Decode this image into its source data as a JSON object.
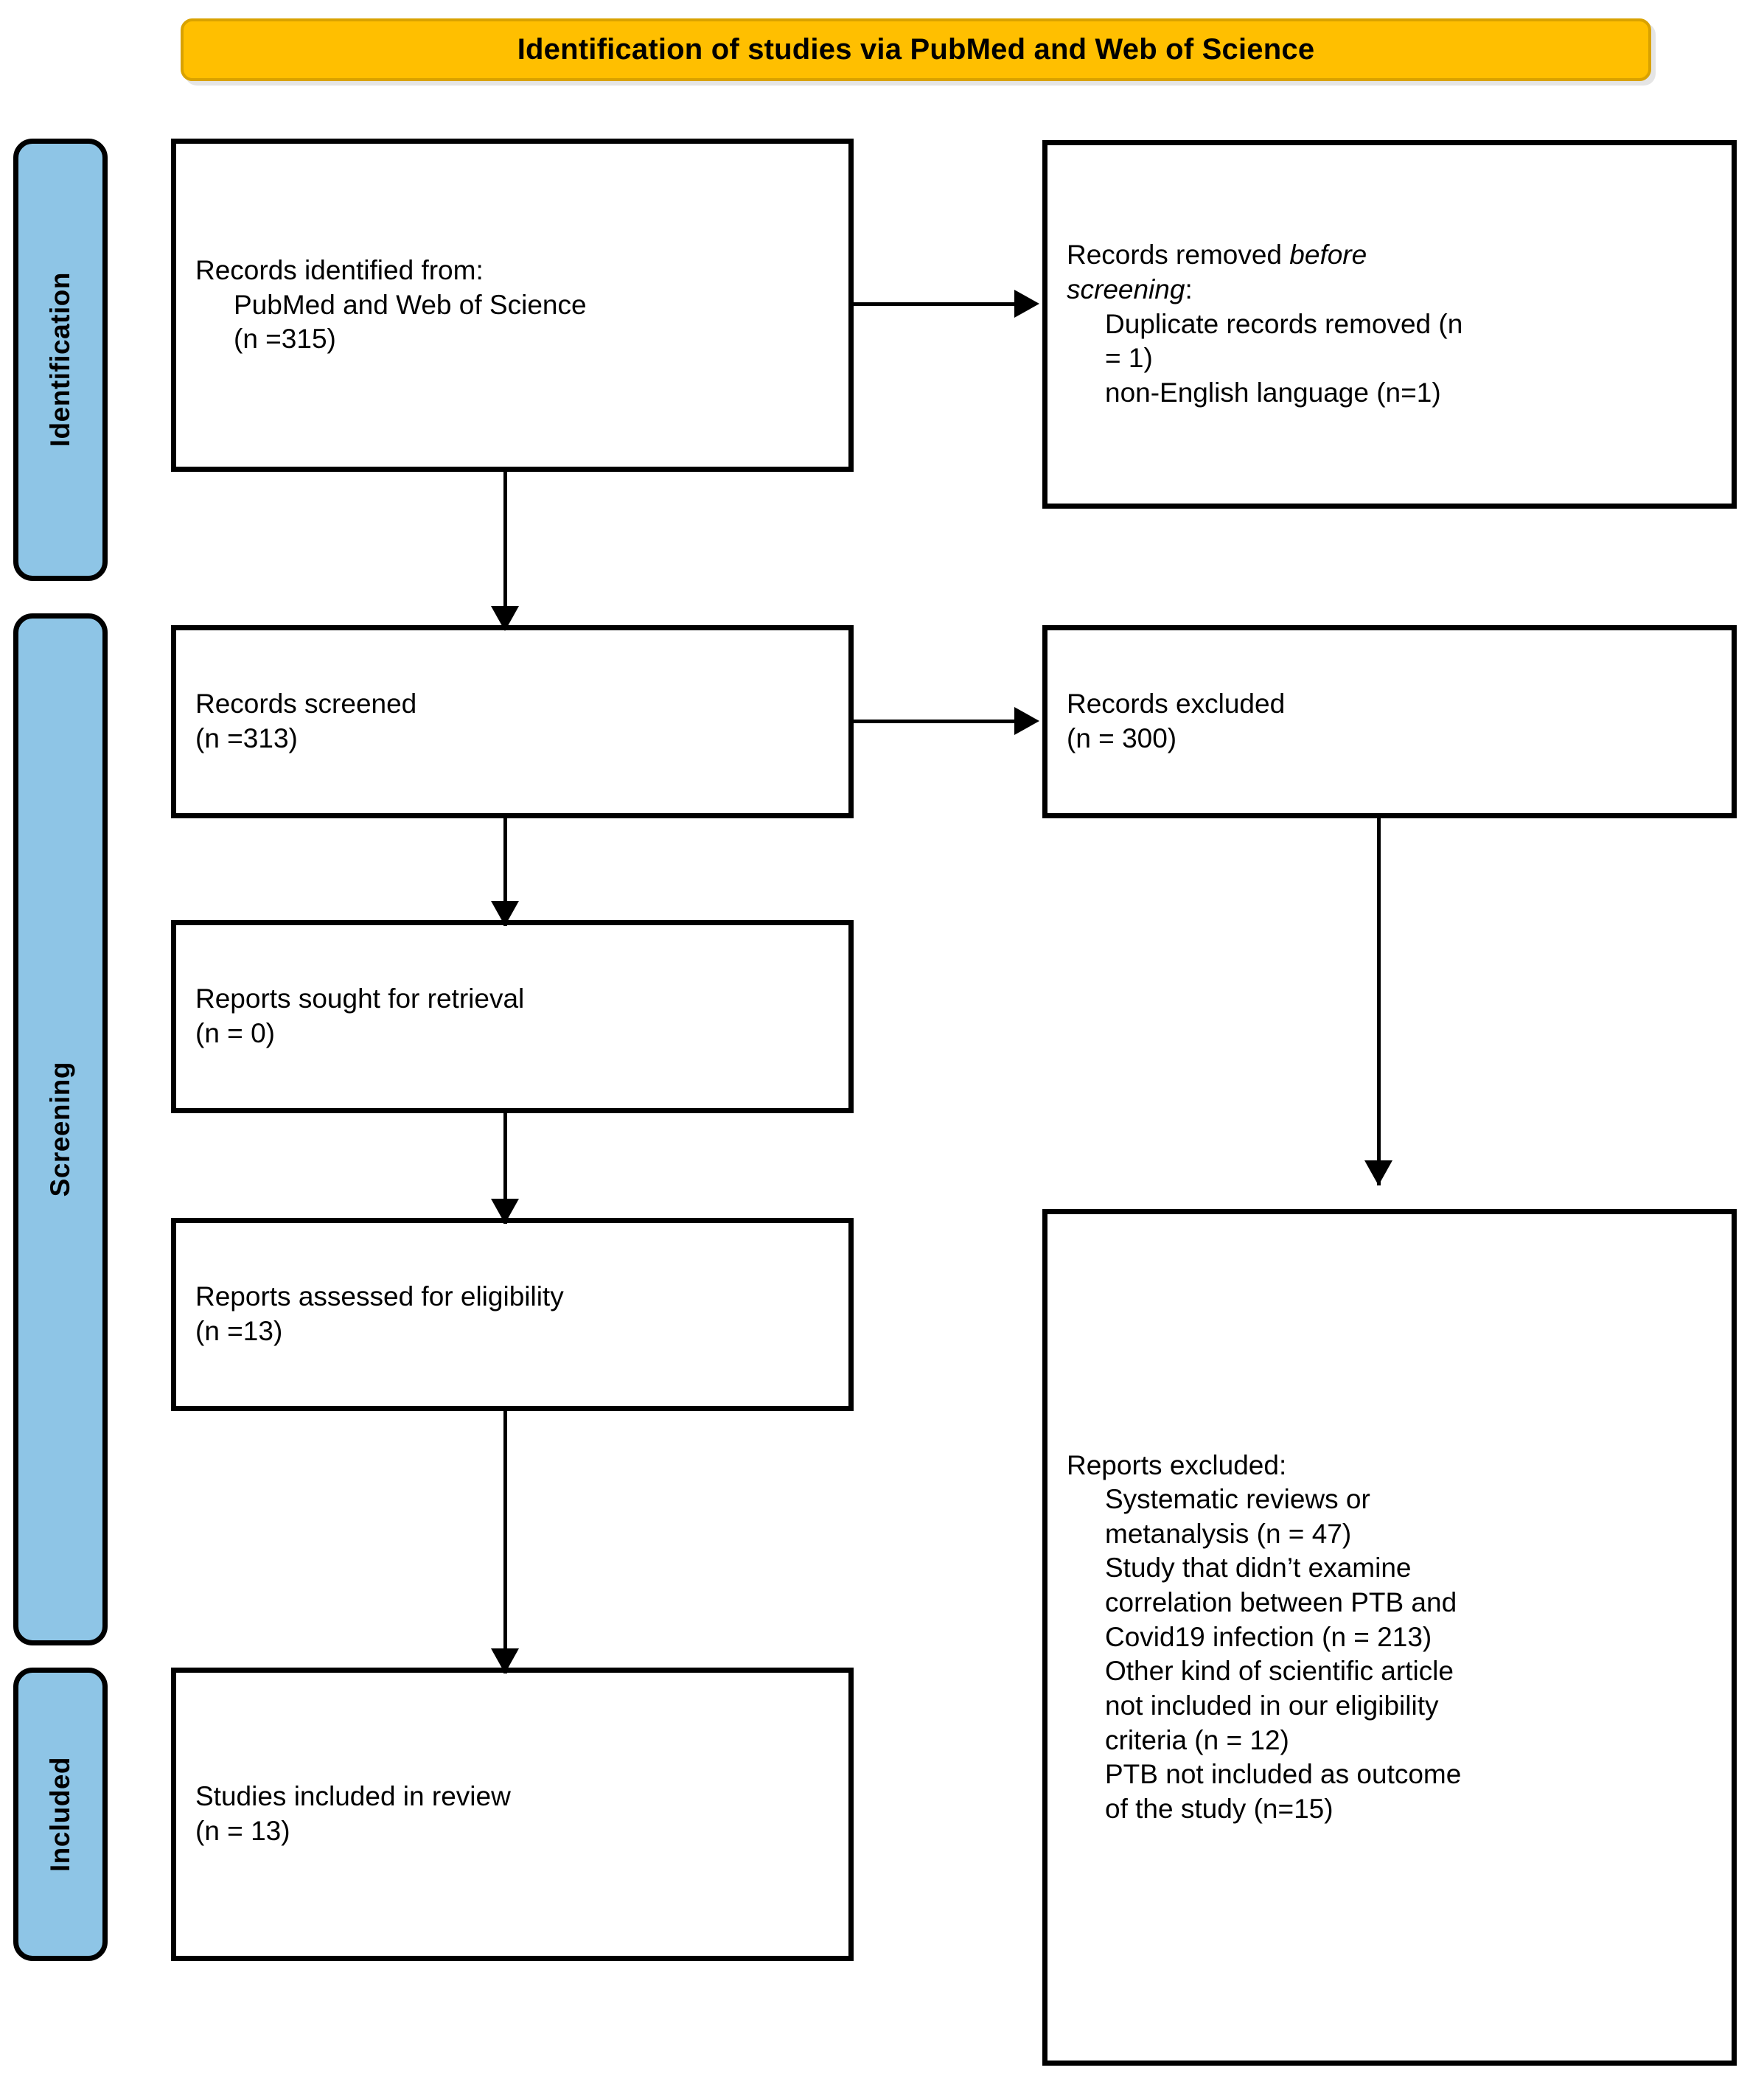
{
  "header": {
    "title": "Identification of studies via PubMed and Web of Science",
    "background_color": "#FFBF00"
  },
  "stage_labels": {
    "accent_color": "#8EC5E6",
    "identification": "Identification",
    "screening": "Screening",
    "included": "Included"
  },
  "boxes": {
    "identified": {
      "line1": "Records identified from:",
      "line2": "PubMed and Web of Science",
      "line3": "(n =315)"
    },
    "removed_before_screening": {
      "line1_prefix": "Records removed ",
      "line1_italic": "before",
      "line2_italic": "screening",
      "line2_suffix": ":",
      "line3": "Duplicate records removed (n",
      "line4": "= 1)",
      "line5": "non-English language (n=1)"
    },
    "screened": {
      "line1": "Records screened",
      "line2": "(n =313)"
    },
    "records_excluded": {
      "line1": "Records excluded",
      "line2": "(n = 300)"
    },
    "sought": {
      "line1": "Reports sought for retrieval",
      "line2": "(n = 0)"
    },
    "assessed": {
      "line1": "Reports assessed for eligibility",
      "line2": "(n =13)"
    },
    "reports_excluded": {
      "line1": "Reports excluded:",
      "line2": "Systematic reviews or",
      "line3": "metanalysis (n = 47)",
      "line4": "Study that didn’t examine",
      "line5": "correlation between PTB and",
      "line6": "Covid19 infection (n = 213)",
      "line7": "Other kind of scientific article",
      "line8": "not included in our eligibility",
      "line9": "criteria (n = 12)",
      "line10": "PTB not included as outcome",
      "line11": "of the study (n=15)"
    },
    "included_in_review": {
      "line1": "Studies included in review",
      "line2": "(n = 13)"
    }
  }
}
